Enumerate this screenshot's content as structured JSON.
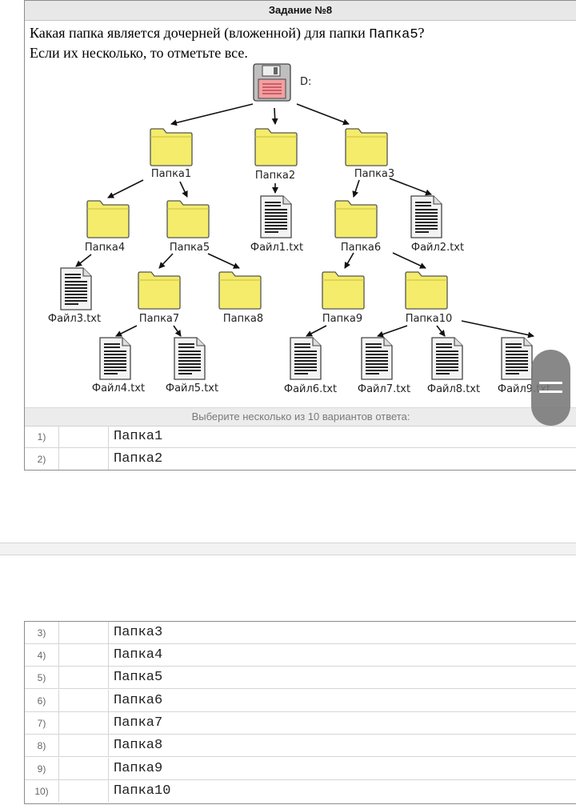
{
  "task": {
    "title": "Задание №8",
    "question_prefix": "Какая папка является дочерней (вложенной) для папки ",
    "question_folder": "Папка5",
    "question_suffix": "?",
    "question_line2": "Если их несколько, то отметьте все."
  },
  "tree": {
    "root": "D:",
    "nodes": {
      "f1": "Папка1",
      "f2": "Папка2",
      "f3": "Папка3",
      "f4": "Папка4",
      "f5": "Папка5",
      "file1": "Файл1.txt",
      "f6": "Папка6",
      "file2": "Файл2.txt",
      "file3": "Файл3.txt",
      "f7": "Папка7",
      "f8": "Папка8",
      "f9": "Папка9",
      "f10": "Папка10",
      "file4": "Файл4.txt",
      "file5": "Файл5.txt",
      "file6": "Файл6.txt",
      "file7": "Файл7.txt",
      "file8": "Файл8.txt",
      "file9": "Файл9.txt"
    }
  },
  "hint": "Выберите несколько из 10 вариантов ответа:",
  "options": [
    {
      "num": "1)",
      "label": "Папка1"
    },
    {
      "num": "2)",
      "label": "Папка2"
    },
    {
      "num": "3)",
      "label": "Папка3"
    },
    {
      "num": "4)",
      "label": "Папка4"
    },
    {
      "num": "5)",
      "label": "Папка5"
    },
    {
      "num": "6)",
      "label": "Папка6"
    },
    {
      "num": "7)",
      "label": "Папка7"
    },
    {
      "num": "8)",
      "label": "Папка8"
    },
    {
      "num": "9)",
      "label": "Папка9"
    },
    {
      "num": "10)",
      "label": "Папка10"
    }
  ],
  "colors": {
    "folder": "#f4ec6a",
    "folder_stroke": "#555555",
    "disk": "#f0a0a0"
  },
  "icons": {
    "root": "floppy-disk-icon",
    "folder": "folder-icon",
    "file": "text-file-icon",
    "scroll": "drag-handle-icon"
  }
}
